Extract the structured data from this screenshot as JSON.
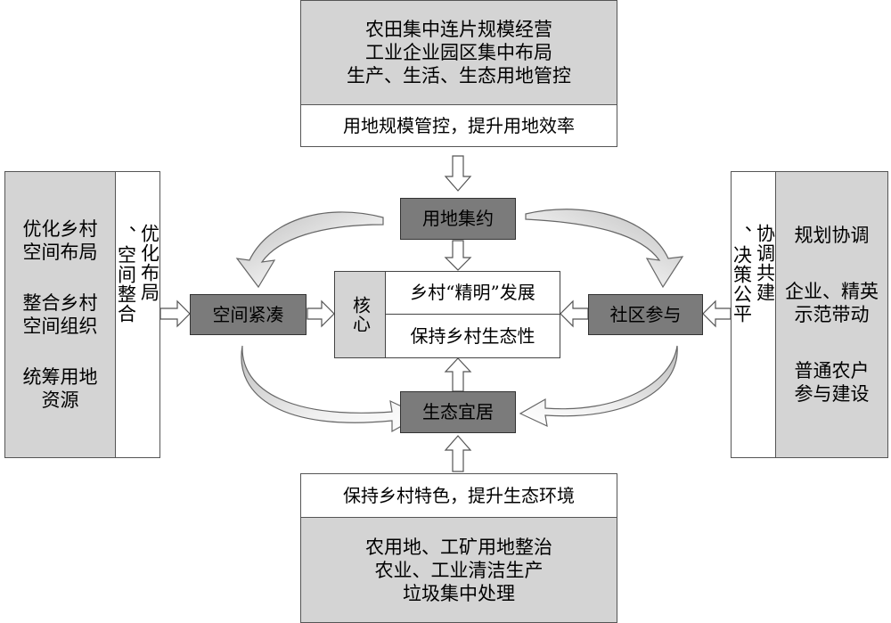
{
  "top": {
    "gray_lines": [
      "农田集中连片规模经营",
      "工业企业园区集中布局",
      "生产、生活、生态用地管控"
    ],
    "white_text": "用地规模管控，提升用地效率"
  },
  "bottom": {
    "white_text": "保持乡村特色，提升生态环境",
    "gray_lines": [
      "农用地、工矿用地整治",
      "农业、工业清洁生产",
      "垃圾集中处理"
    ]
  },
  "left": {
    "gray_items": [
      [
        "优化乡村",
        "空间布局"
      ],
      [
        "整合乡村",
        "空间组织"
      ],
      [
        "统筹用地",
        "资源"
      ]
    ],
    "vertical_col1": "优化布局",
    "vertical_col2": "、空间整合"
  },
  "right": {
    "vertical_col1": "协调共建",
    "vertical_col2": "、决策公平",
    "gray_items": [
      [
        "规划协调"
      ],
      [
        "企业、精英",
        "示范带动"
      ],
      [
        "普通农户",
        "参与建设"
      ]
    ]
  },
  "nodes": {
    "north": "用地集约",
    "west": "空间紧凑",
    "east": "社区参与",
    "south": "生态宜居"
  },
  "core": {
    "label": "核心",
    "goal_1": "乡村“精明”发展",
    "goal_2": "保持乡村生态性"
  }
}
